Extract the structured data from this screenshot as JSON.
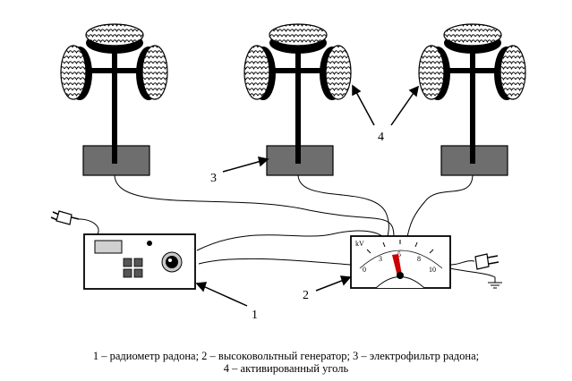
{
  "labels": {
    "radiometer": "1",
    "generator": "2",
    "filter": "3",
    "carbon": "4"
  },
  "meter": {
    "unit": "kV",
    "ticks": [
      "0",
      "3",
      "5",
      "8",
      "10"
    ]
  },
  "caption": {
    "line1": "1 – радиометр радона; 2 – высоковольтный генератор; 3 – электрофильтр радона;",
    "line2": "4 – активированный уголь"
  },
  "colors": {
    "filter_box": "#6e6e6e",
    "needle": "#cc0000",
    "line": "#000000"
  },
  "icons": [
    "power-plug-icon",
    "ground-icon"
  ]
}
